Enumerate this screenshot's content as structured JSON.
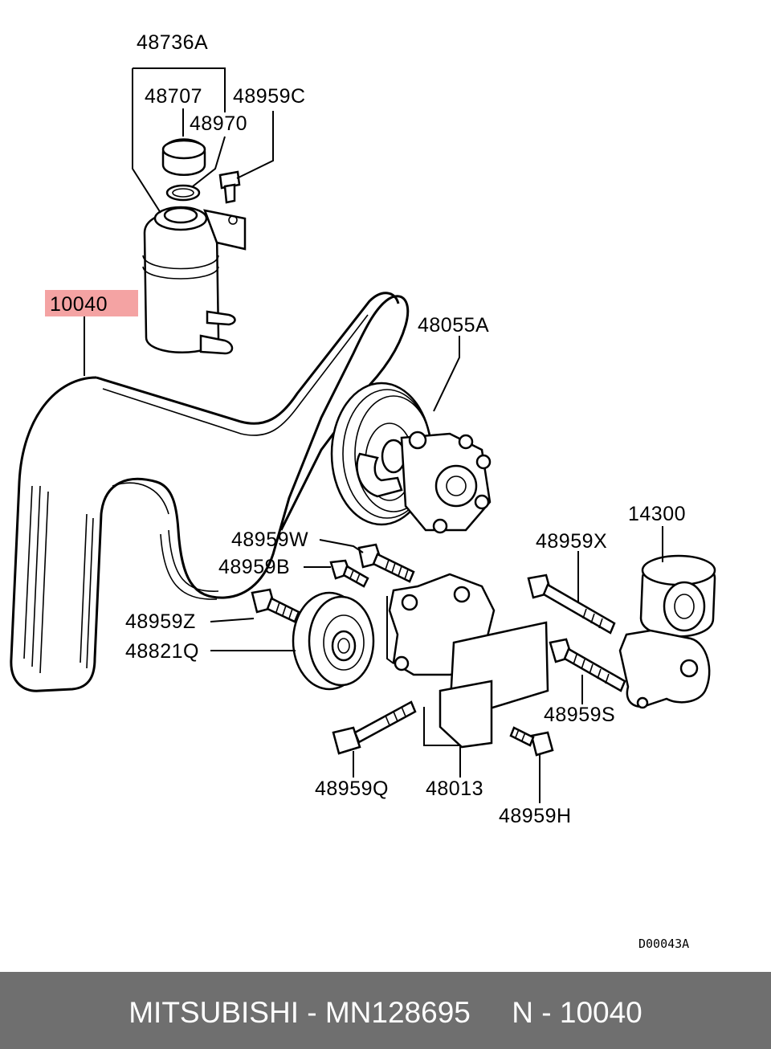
{
  "diagram": {
    "callouts": [
      {
        "id": "48736A",
        "text": "48736A"
      },
      {
        "id": "48707",
        "text": "48707"
      },
      {
        "id": "48959C",
        "text": "48959C"
      },
      {
        "id": "48970",
        "text": "48970"
      },
      {
        "id": "10040",
        "text": "10040",
        "highlight": true
      },
      {
        "id": "48055A",
        "text": "48055A"
      },
      {
        "id": "14300",
        "text": "14300"
      },
      {
        "id": "48959W",
        "text": "48959W"
      },
      {
        "id": "48959X",
        "text": "48959X"
      },
      {
        "id": "48959B",
        "text": "48959B"
      },
      {
        "id": "48959Z",
        "text": "48959Z"
      },
      {
        "id": "48821Q",
        "text": "48821Q"
      },
      {
        "id": "48959S",
        "text": "48959S"
      },
      {
        "id": "48959Q",
        "text": "48959Q"
      },
      {
        "id": "48013",
        "text": "48013"
      },
      {
        "id": "48959H",
        "text": "48959H"
      }
    ],
    "drawing_code": "D00043A",
    "highlight_color": "#f4a3a3"
  },
  "footer": {
    "brand": "MITSUBISHI",
    "part_number": "MN128695",
    "ref": "N - 10040",
    "text": "MITSUBISHI - MN128695     N - 10040",
    "background": "#6f6f6f"
  }
}
